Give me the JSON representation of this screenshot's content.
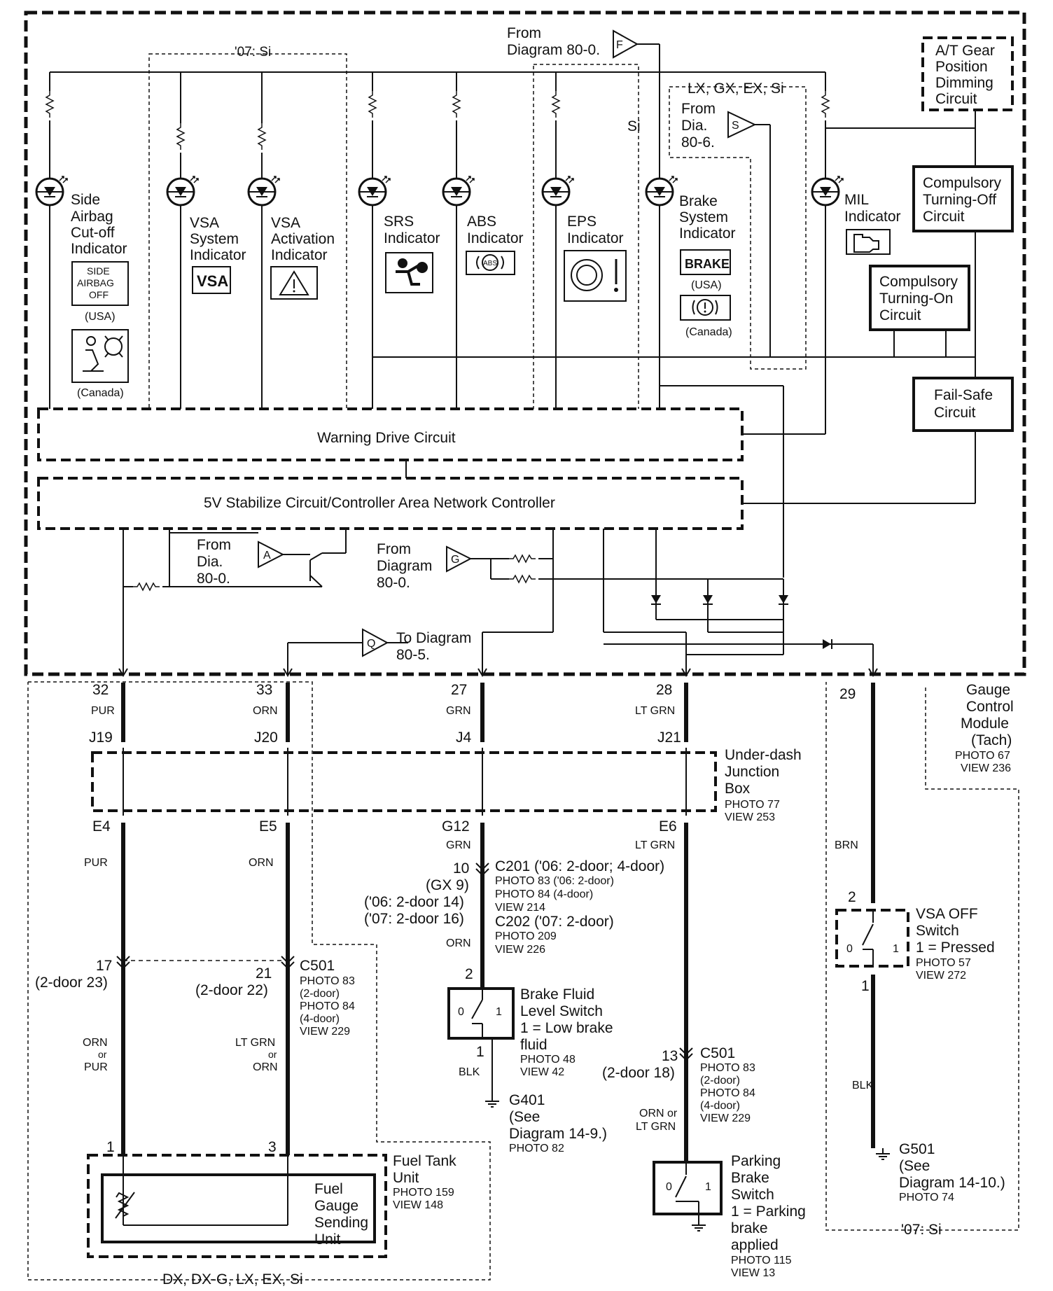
{
  "outer_dashed_box_label": "",
  "variants": {
    "si07_top": "'07: Si",
    "si_right": "Si",
    "lx_gx_ex_si": "LX, GX, EX, Si",
    "bottom_left": "DX, DX-G, LX, EX, Si",
    "bottom_right": "'07: Si"
  },
  "references": {
    "f": {
      "letter": "F",
      "line1": "From",
      "line2": "Diagram 80-0."
    },
    "s": {
      "letter": "S",
      "line1": "From",
      "line2": "Dia.",
      "line3": "80-6."
    },
    "a": {
      "letter": "A",
      "line1": "From",
      "line2": "Dia.",
      "line3": "80-0."
    },
    "g": {
      "letter": "G",
      "line1": "From",
      "line2": "Diagram",
      "line3": "80-0."
    },
    "q": {
      "letter": "Q",
      "line1": "To Diagram",
      "line2": "80-5."
    }
  },
  "indicators": {
    "side_airbag": {
      "l1": "Side",
      "l2": "Airbag",
      "l3": "Cut-off",
      "l4": "Indicator",
      "icon_t1": "SIDE",
      "icon_t2": "AIRBAG",
      "icon_t3": "OFF",
      "usa": "(USA)",
      "canada": "(Canada)"
    },
    "vsa_system": {
      "l1": "VSA",
      "l2": "System",
      "l3": "Indicator",
      "icon": "VSA"
    },
    "vsa_activation": {
      "l1": "VSA",
      "l2": "Activation",
      "l3": "Indicator"
    },
    "srs": {
      "l1": "SRS",
      "l2": "Indicator"
    },
    "abs": {
      "l1": "ABS",
      "l2": "Indicator",
      "icon": "ABS"
    },
    "eps": {
      "l1": "EPS",
      "l2": "Indicator"
    },
    "brake": {
      "l1": "Brake",
      "l2": "System",
      "l3": "Indicator",
      "icon": "BRAKE",
      "usa": "(USA)",
      "canada": "(Canada)"
    },
    "mil": {
      "l1": "MIL",
      "l2": "Indicator"
    }
  },
  "circuits": {
    "at_gear": {
      "l1": "A/T Gear",
      "l2": "Position",
      "l3": "Dimming",
      "l4": "Circuit"
    },
    "turning_off": {
      "l1": "Compulsory",
      "l2": "Turning-Off",
      "l3": "Circuit"
    },
    "turning_on": {
      "l1": "Compulsory",
      "l2": "Turning-On",
      "l3": "Circuit"
    },
    "fail_safe": {
      "l1": "Fail-Safe",
      "l2": "Circuit"
    },
    "warning_drive": "Warning Drive Circuit",
    "stabilize": "5V Stabilize Circuit/Controller Area Network Controller"
  },
  "gauge_module": {
    "l1": "Gauge",
    "l2": "Control",
    "l3": "Module",
    "l4": "(Tach)",
    "photo": "PHOTO 67",
    "view": "VIEW 236"
  },
  "junction_box": {
    "l1": "Under-dash",
    "l2": "Junction",
    "l3": "Box",
    "photo": "PHOTO 77",
    "view": "VIEW 253"
  },
  "pins": {
    "p32": "32",
    "p33": "33",
    "p27": "27",
    "p28": "28",
    "p29": "29",
    "j19": "J19",
    "j20": "J20",
    "j4": "J4",
    "j21": "J21",
    "e4": "E4",
    "e5": "E5",
    "g12": "G12",
    "e6": "E6"
  },
  "wires": {
    "pur1": "PUR",
    "orn1": "ORN",
    "grn1": "GRN",
    "ltgrn1": "LT GRN",
    "pur2": "PUR",
    "orn2": "ORN",
    "grn2": "GRN",
    "ltgrn2": "LT GRN",
    "brn": "BRN",
    "orn3": "ORN",
    "blk1": "BLK",
    "blk2": "BLK",
    "ornpur": {
      "a": "ORN",
      "b": "or",
      "c": "PUR"
    },
    "ltgrnorn": {
      "a": "LT GRN",
      "b": "or",
      "c": "ORN"
    },
    "ornltgrn": {
      "a": "ORN or",
      "b": "LT GRN"
    }
  },
  "c201": {
    "pin": "10",
    "gx": "(GX 9)",
    "d06": "('06: 2-door 14)",
    "d07": "('07: 2-door 16)",
    "title": "C201 ('06: 2-door; 4-door)",
    "p1": "PHOTO 83 ('06: 2-door)",
    "p2": "PHOTO 84 (4-door)",
    "view": "VIEW 214",
    "c202": "C202 ('07: 2-door)",
    "p3": "PHOTO 209",
    "view2": "VIEW 226"
  },
  "c501_left": {
    "pin17": "17",
    "pin17b": "(2-door 23)",
    "pin21": "21",
    "pin21b": "(2-door 22)",
    "title": "C501",
    "p1": "PHOTO 83",
    "p1b": "(2-door)",
    "p2": "PHOTO 84",
    "p2b": "(4-door)",
    "view": "VIEW 229"
  },
  "c501_right": {
    "pin": "13",
    "pinb": "(2-door 18)",
    "title": "C501",
    "p1": "PHOTO 83",
    "p1b": "(2-door)",
    "p2": "PHOTO 84",
    "p2b": "(4-door)",
    "view": "VIEW 229"
  },
  "brake_fluid": {
    "pin_top": "2",
    "pin_bot": "1",
    "l1": "Brake Fluid",
    "l2": "Level Switch",
    "l3": "1 = Low brake",
    "l4": "fluid",
    "photo": "PHOTO 48",
    "view": "VIEW 42",
    "s0": "0",
    "s1": "1"
  },
  "g401": {
    "l1": "G401",
    "l2": "(See",
    "l3": "Diagram 14-9.)",
    "photo": "PHOTO 82"
  },
  "vsa_off": {
    "pin_top": "2",
    "pin_bot": "1",
    "l1": "VSA OFF",
    "l2": "Switch",
    "l3": "1 = Pressed",
    "photo": "PHOTO 57",
    "view": "VIEW 272",
    "s0": "0",
    "s1": "1"
  },
  "g501": {
    "l1": "G501",
    "l2": "(See",
    "l3": "Diagram 14-10.)",
    "photo": "PHOTO 74"
  },
  "parking": {
    "l1": "Parking",
    "l2": "Brake",
    "l3": "Switch",
    "l4": "1 = Parking",
    "l5": "brake",
    "l6": "applied",
    "photo": "PHOTO 115",
    "view": "VIEW 13",
    "s0": "0",
    "s1": "1"
  },
  "fuel_tank": {
    "pin1": "1",
    "pin3": "3",
    "l1": "Fuel Tank",
    "l2": "Unit",
    "photo": "PHOTO 159",
    "view": "VIEW 148",
    "s1": "Fuel",
    "s2": "Gauge",
    "s3": "Sending",
    "s4": "Unit"
  }
}
